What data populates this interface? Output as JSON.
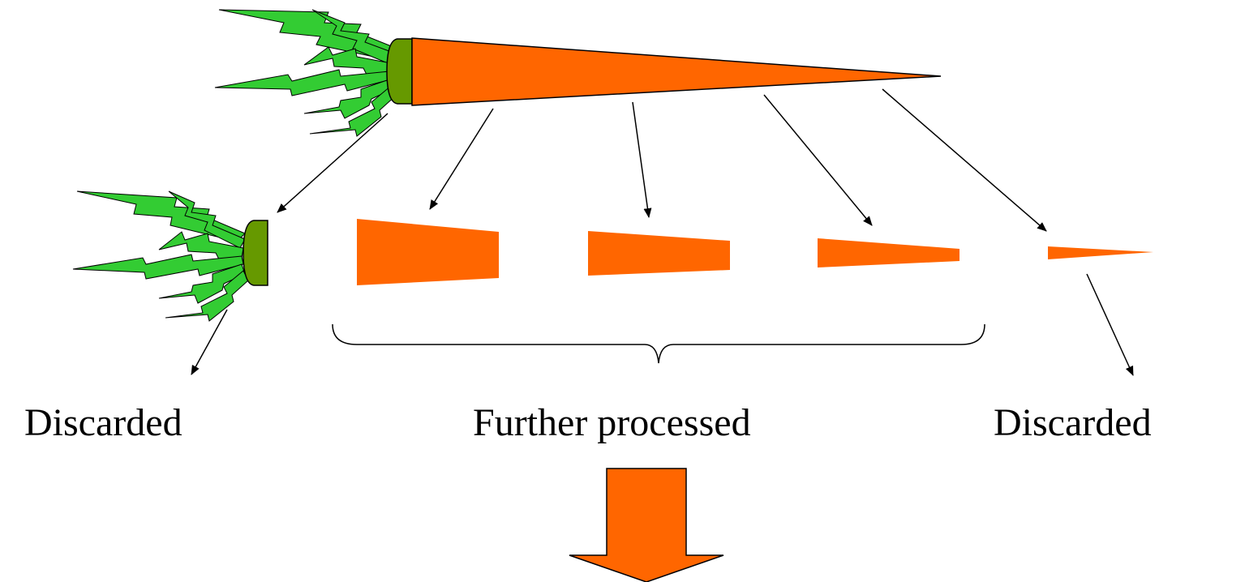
{
  "labels": {
    "left": "Discarded",
    "middle": "Further processed",
    "right": "Discarded"
  },
  "colors": {
    "carrot": "#FF6600",
    "leaf": "#33CC33",
    "crown": "#669900",
    "arrow": "#000000",
    "outline": "#000000"
  },
  "icons": {
    "whole_carrot": "carrot-icon",
    "top_piece": "carrot-top-icon",
    "leaves": "leaf-icon",
    "slices": "carrot-slice-icon",
    "tip": "carrot-tip-icon",
    "process_arrow": "down-block-arrow-icon",
    "group_brace": "curly-brace-icon"
  }
}
